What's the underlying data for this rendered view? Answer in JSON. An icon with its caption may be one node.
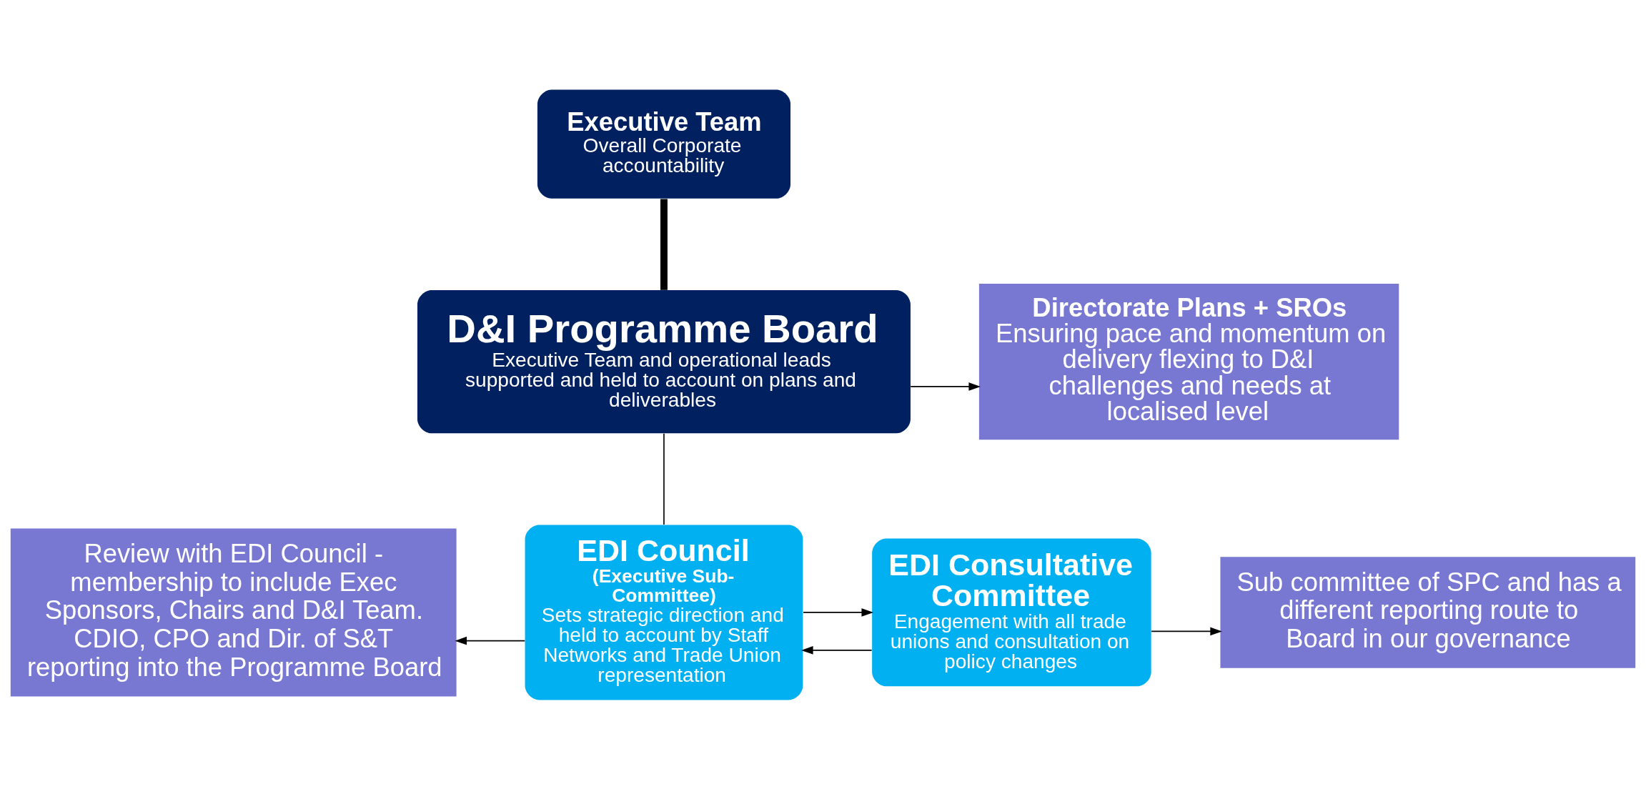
{
  "diagram": {
    "nodes": [
      {
        "text": [
          "Executive Team",
          "Overall Corporate accountability"
        ]
      },
      {
        "text": [
          "D&I Programme Board",
          "Executive Team and operational leads supported and held to account on plans and deliverables"
        ]
      },
      {
        "text": [
          "Directorate Plans + SROs",
          "Ensuring pace and momentum on delivery flexing to D&I challenges and needs at localised level"
        ]
      },
      {
        "text": [
          "Review with EDI Council - membership to include Exec Sponsors, Chairs and D&I Team. CDIO, CPO and Dir. of S&T reporting into the Programme Board"
        ]
      },
      {
        "text": [
          "EDI Council",
          "(Executive Sub-Committee)",
          "Sets strategic direction and held to account by Staff Networks and Trade Union representation"
        ]
      },
      {
        "text": [
          "EDI Consultative Committee",
          "Engagement with all trade unions and consultation on policy changes"
        ]
      },
      {
        "text": [
          "Sub committee of SPC and has a different reporting route to Board in our governance"
        ]
      }
    ],
    "edges": [
      {
        "from": 0,
        "to": 1,
        "arrow": "none",
        "style": "thick"
      },
      {
        "from": 1,
        "to": 2,
        "arrow": "to"
      },
      {
        "from": 1,
        "to": 4,
        "arrow": "none"
      },
      {
        "from": 4,
        "to": 3,
        "arrow": "to"
      },
      {
        "from": 4,
        "to": 5,
        "arrow": "to"
      },
      {
        "from": 5,
        "to": 4,
        "arrow": "to"
      },
      {
        "from": 5,
        "to": 6,
        "arrow": "to"
      }
    ]
  }
}
